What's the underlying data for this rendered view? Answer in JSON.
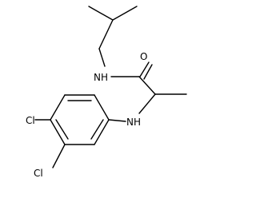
{
  "molecule": {
    "labels": {
      "carbonyl_oxygen": "O",
      "amide_nh": "NH",
      "aryl_nh": "NH",
      "chlorine_para": "Cl",
      "chlorine_meta": "Cl"
    },
    "colors": {
      "bond": "#000000",
      "label": "#000000",
      "background": "#ffffff"
    }
  }
}
